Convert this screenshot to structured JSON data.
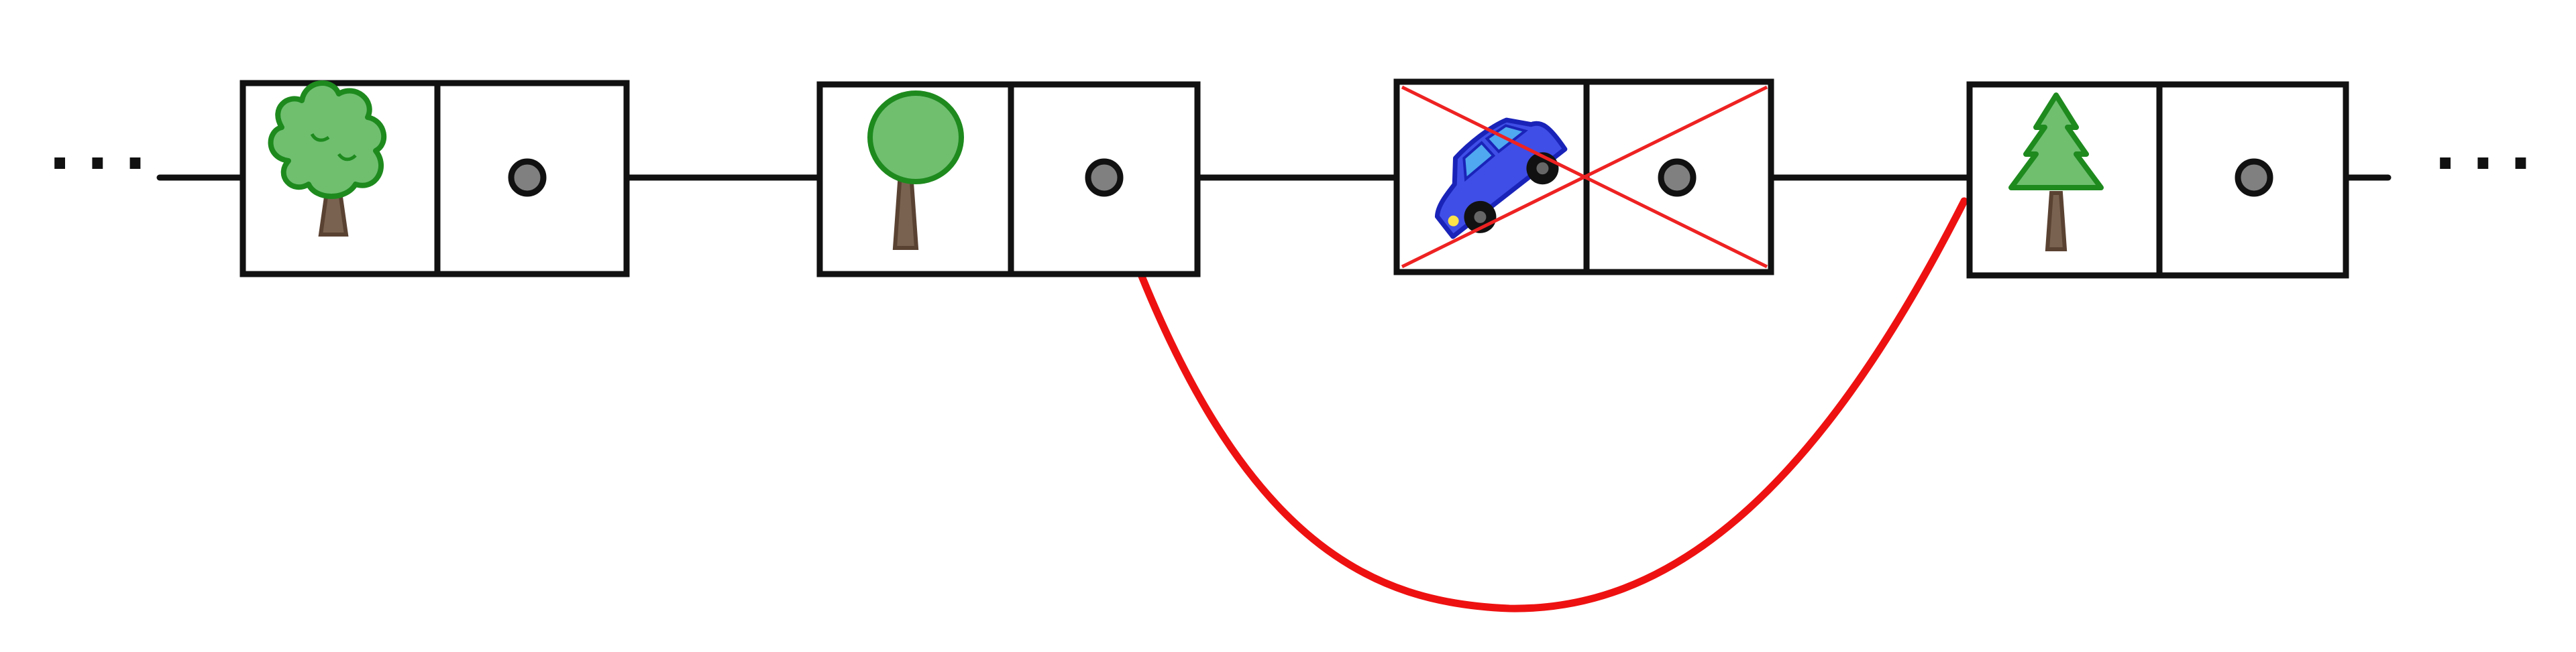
{
  "diagram": {
    "ellipsis_left": "···",
    "ellipsis_right": "···",
    "nodes": [
      {
        "content": "deciduous-tree",
        "removed": false
      },
      {
        "content": "round-tree",
        "removed": false
      },
      {
        "content": "blue-car",
        "removed": true
      },
      {
        "content": "pine-tree",
        "removed": false
      }
    ],
    "colors": {
      "stroke": "#111111",
      "pointer_dot": "#808080",
      "bypass_link": "#ee1111",
      "removal_cross": "#ee2222",
      "tree_foliage": "#6fbf6f",
      "tree_outline": "#1e8a1e",
      "trunk": "#7a6250",
      "car_body": "#3f4ee6",
      "car_window": "#4fa8f0"
    }
  }
}
